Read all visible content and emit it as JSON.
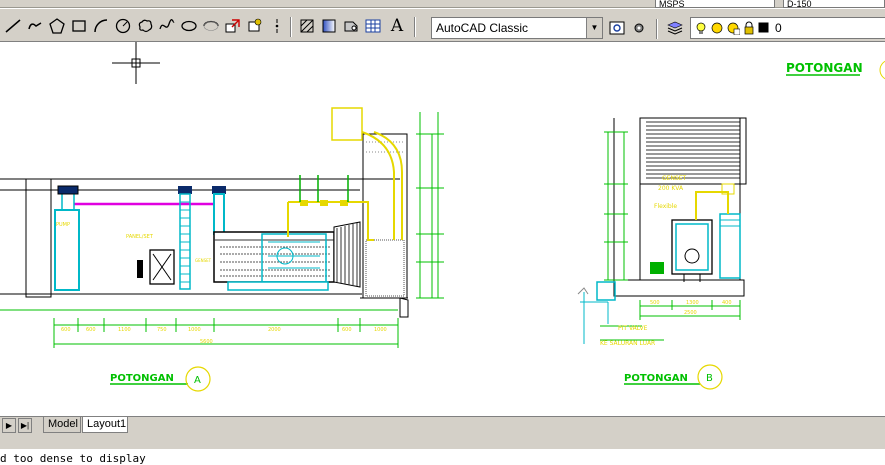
{
  "toolbar_top": {
    "layer_combo": "MSPS",
    "linetype_combo": "D-150"
  },
  "toolbar_main": {
    "workspace_combo": "AutoCAD Classic",
    "layer_number": "0",
    "text_tool_glyph": "A"
  },
  "drawing": {
    "section_a": {
      "title": "POTONGAN",
      "marker": "A",
      "dims": [
        "600",
        "600",
        "1100",
        "750",
        "1000",
        "2000",
        "600",
        "1000"
      ],
      "total_dim": "5600"
    },
    "section_b": {
      "title": "POTONGAN",
      "marker": "B",
      "label_genset": "GENSET",
      "label_kva": "200 KVA",
      "label_flexible": "Flexible",
      "label_valve": "PIT VALVE",
      "label_saluran": "KE SALURAN LUAR",
      "dims": [
        "500",
        "1300",
        "400"
      ],
      "total_dim": "2500"
    },
    "header_title": "POTONGAN"
  },
  "tabs": {
    "model": "Model",
    "layout": "Layout1"
  },
  "command_line": {
    "history": "d too dense to display"
  },
  "colors": {
    "toolbar": "#d4d0c8",
    "cad_green": "#00c000",
    "cad_cyan": "#00b8c8",
    "cad_yellow": "#e6d800",
    "cad_magenta": "#e000e0"
  }
}
